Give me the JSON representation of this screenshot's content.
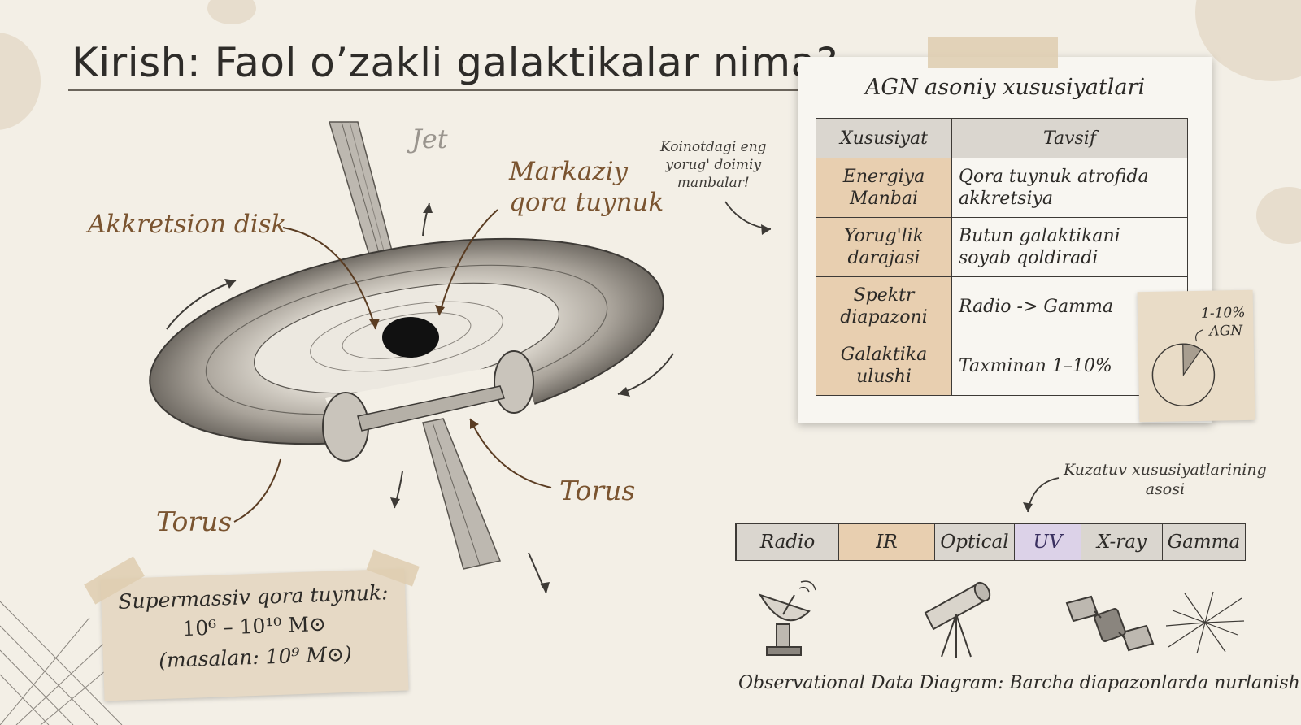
{
  "title": "Kirish: Faol o’zakli galaktikalar nima?",
  "diagram": {
    "jet": "Jet",
    "black_hole_line1": "Markaziy",
    "black_hole_line2": "qora tuynuk",
    "accretion_disk": "Akkretsion disk",
    "torus_left": "Torus",
    "torus_right": "Torus"
  },
  "mass_note": {
    "line1": "Supermassiv qora tuynuk:",
    "line2": "10⁶ – 10¹⁰ M⊙",
    "line3": "(masalan: 10⁹ M⊙)"
  },
  "side_note": {
    "line1": "Koinotdagi eng",
    "line2": "yorug' doimiy",
    "line3": "manbalar!"
  },
  "table": {
    "title": "AGN asoniy xususiyatlari",
    "headers": [
      "Xususiyat",
      "Tavsif"
    ],
    "rows": [
      {
        "prop": "Energiya\nManbai",
        "desc": "Qora tuynuk atrofida\nakkretsiya"
      },
      {
        "prop": "Yorug'lik\ndarajasi",
        "desc": "Butun galaktikani\nsoyab qoldiradi"
      },
      {
        "prop": "Spektr\ndiapazoni",
        "desc": "Radio -> Gamma"
      },
      {
        "prop": "Galaktika\nulushi",
        "desc": "Taxminan 1–10%"
      }
    ]
  },
  "pie_note": {
    "line1": "1-10%",
    "line2": "AGN",
    "fraction": 0.1
  },
  "spectrum": {
    "note_line1": "Kuzatuv xususiyatlarining",
    "note_line2": "asosi",
    "bands": [
      {
        "label": "Radio",
        "color": "#dad6cf"
      },
      {
        "label": "IR",
        "color": "#e8cfb0"
      },
      {
        "label": "Optical",
        "color": "#dad6cf"
      },
      {
        "label": "UV",
        "color": "#dcd2e8"
      },
      {
        "label": "X-ray",
        "color": "#dad6cf"
      },
      {
        "label": "Gamma",
        "color": "#dad6cf"
      }
    ],
    "caption": "Observational Data Diagram: Barcha diapazonlarda nurlanish"
  },
  "icons": [
    "radio-dish-icon",
    "telescope-icon",
    "satellite-icon",
    "gamma-burst-icon"
  ]
}
